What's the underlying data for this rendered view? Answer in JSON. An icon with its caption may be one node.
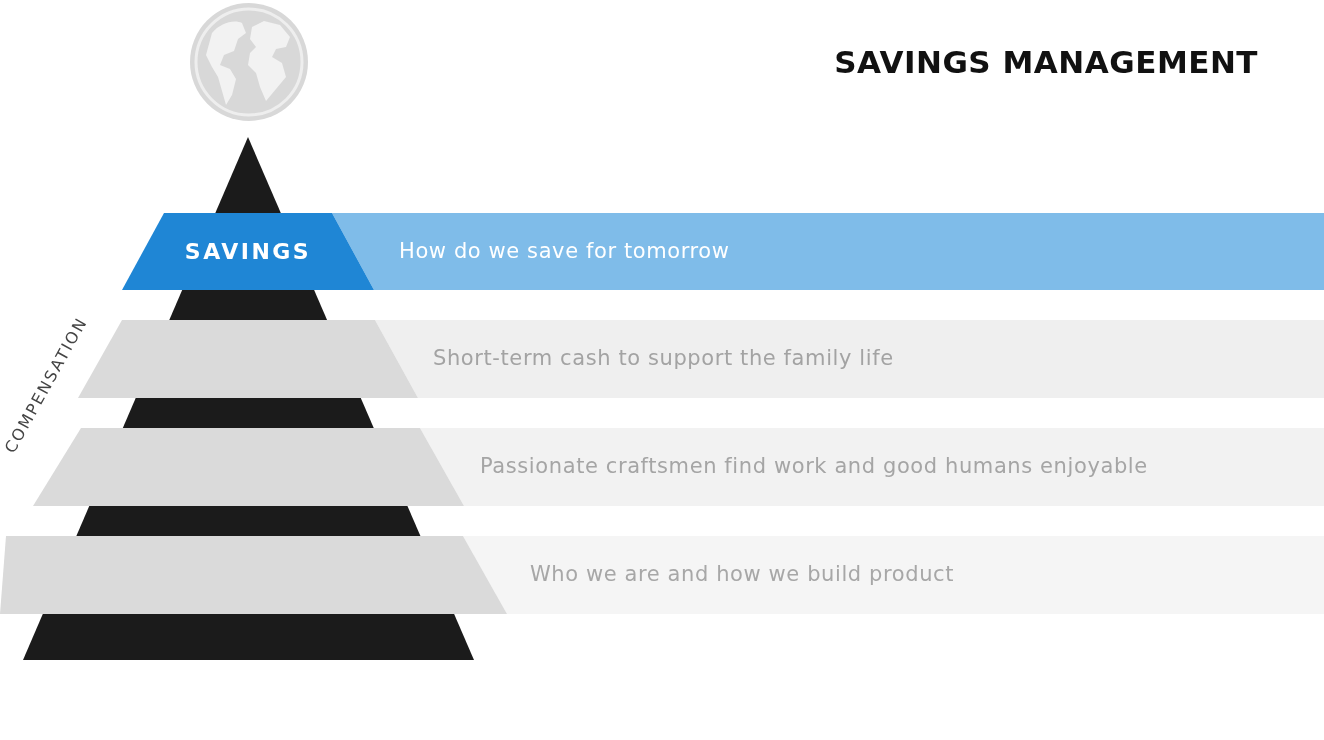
{
  "diagram": {
    "title": "SAVINGS MANAGEMENT",
    "nodes": [
      {
        "text": [
          "SAVINGS"
        ]
      },
      {
        "text": [
          "How do we save for tomorrow"
        ]
      },
      {
        "text": [],
        "shape": "trapezoid"
      },
      {
        "text": [
          "Short-term cash to support the family life"
        ]
      },
      {
        "text": [],
        "shape": "trapezoid"
      },
      {
        "text": [
          "Passionate craftsmen find work and good humans enjoyable"
        ]
      },
      {
        "text": [],
        "shape": "trapezoid"
      },
      {
        "text": [
          "Who we are and how we build product"
        ]
      }
    ],
    "labels": [
      "COMPENSATION"
    ]
  }
}
